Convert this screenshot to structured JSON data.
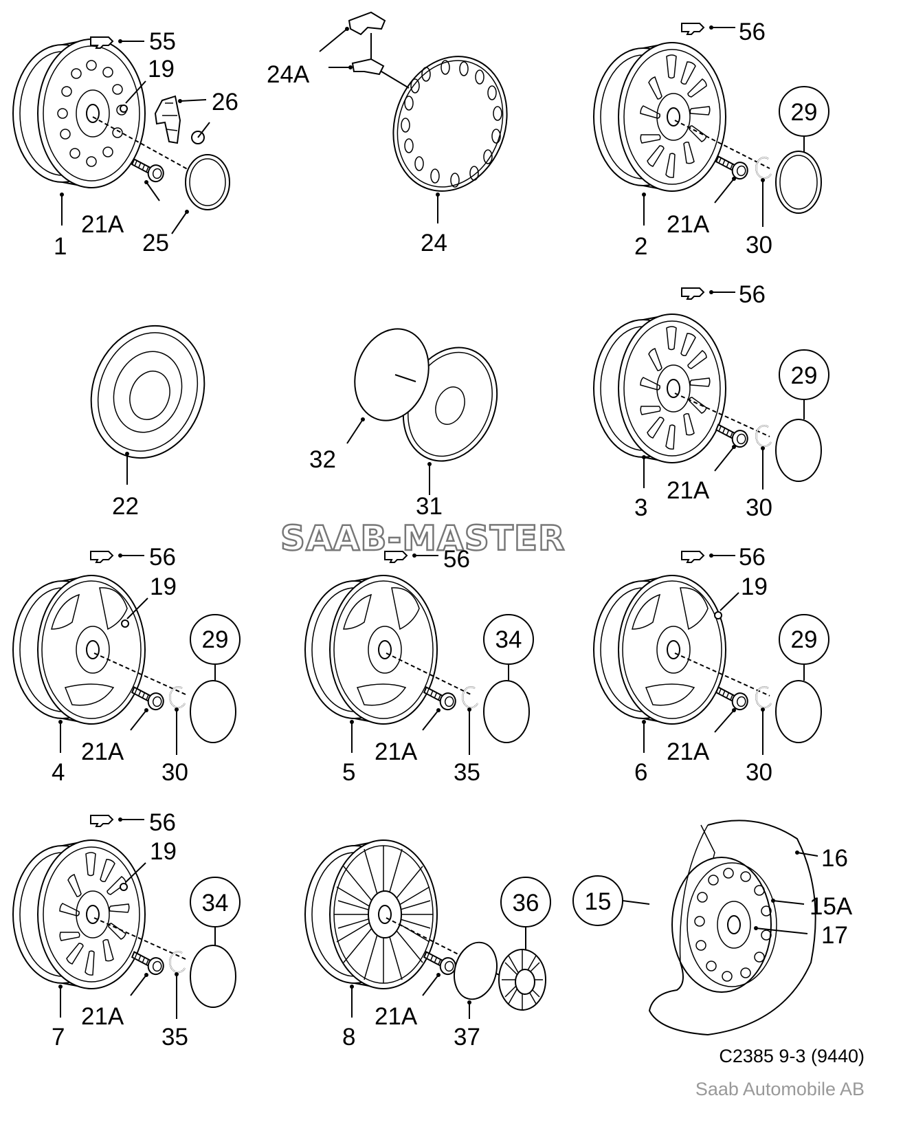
{
  "labels": {
    "l1": "1",
    "l2": "2",
    "l3": "3",
    "l4": "4",
    "l5": "5",
    "l6": "6",
    "l7": "7",
    "l8": "8",
    "l15": "15",
    "l15a": "15A",
    "l16": "16",
    "l17": "17",
    "l19a": "19",
    "l19b": "19",
    "l19c": "19",
    "l19d": "19",
    "l21a_1": "21A",
    "l21a_2": "21A",
    "l21a_3": "21A",
    "l21a_4": "21A",
    "l21a_5": "21A",
    "l21a_6": "21A",
    "l21a_7": "21A",
    "l21a_8": "21A",
    "l22": "22",
    "l24": "24",
    "l24a": "24A",
    "l25": "25",
    "l26": "26",
    "l29a": "29",
    "l29b": "29",
    "l29c": "29",
    "l29d": "29",
    "l30a": "30",
    "l30b": "30",
    "l30c": "30",
    "l30d": "30",
    "l31": "31",
    "l32": "32",
    "l34a": "34",
    "l34b": "34",
    "l35a": "35",
    "l35b": "35",
    "l36": "36",
    "l37": "37",
    "l55": "55",
    "l56a": "56",
    "l56b": "56",
    "l56c": "56",
    "l56d": "56",
    "l56e": "56",
    "l56f": "56"
  },
  "watermark": "SAAB-MASTER",
  "footer": {
    "code": "C2385 9-3 (9440)",
    "company": "Saab Automobile AB"
  }
}
